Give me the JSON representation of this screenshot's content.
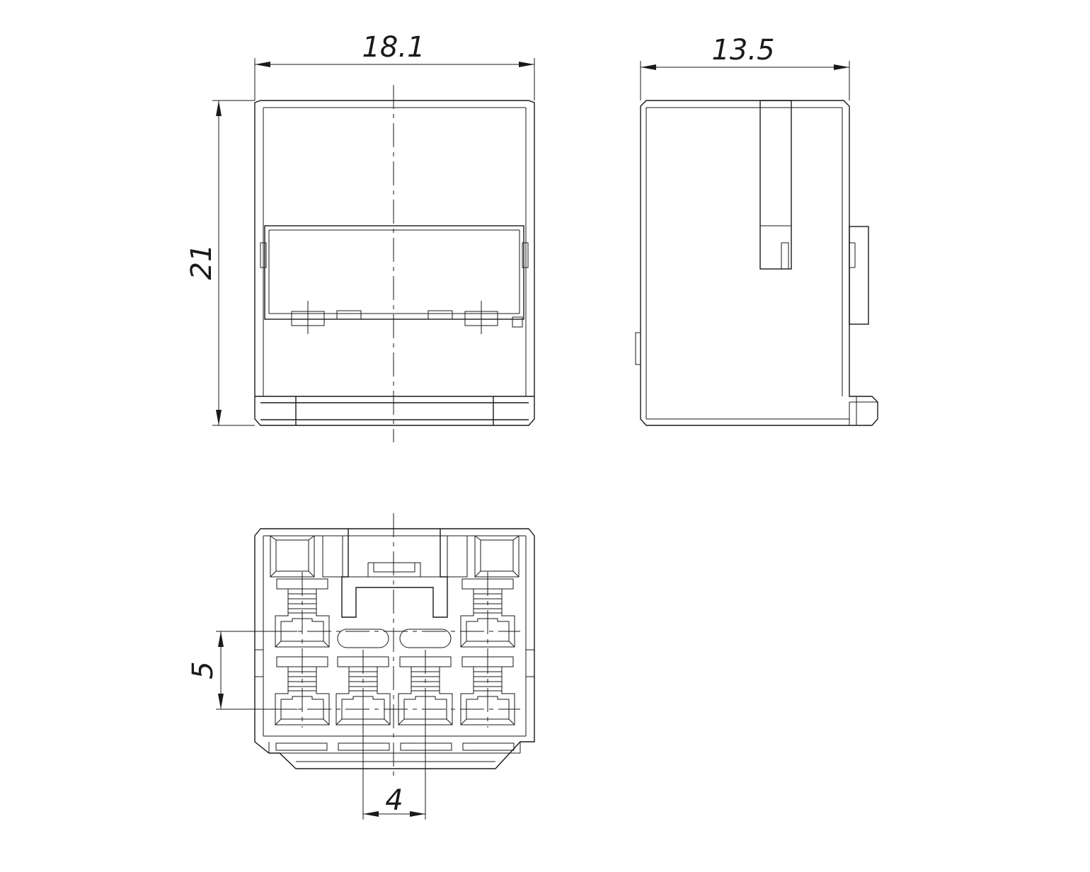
{
  "colors": {
    "line": "#1a1a1a",
    "background": "#ffffff"
  },
  "dimensions": {
    "front_width": "18.1",
    "front_height": "21",
    "side_width": "13.5",
    "pitch_vertical": "5",
    "pitch_horizontal": "4"
  }
}
